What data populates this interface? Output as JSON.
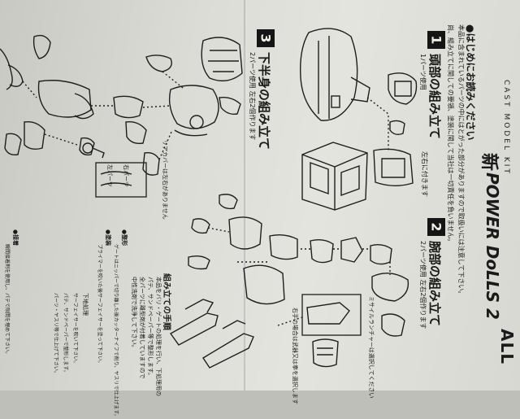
{
  "header": {
    "brand_partial": "ALL",
    "series": "CAST MODEL KIT",
    "logo_text": "POWER DoLLS 2",
    "logo_prefix": "新"
  },
  "intro": {
    "title": "●はじめにお読みください",
    "line1": "本品に含まれているパーツの中にはとがった部分がありますので取扱いには注意して下さい。",
    "line2": "尚、組み立てに関しての要領、塗装に関して当社は一切責任を負いません。"
  },
  "steps": [
    {
      "number": "1",
      "title": "頭部の組み立て",
      "parts": "1パーツ使用"
    },
    {
      "number": "2",
      "title": "腕部の組み立て",
      "parts": "2パーツ使用 左右2個作ります"
    },
    {
      "number": "3",
      "title": "下半身の組み立て",
      "parts": "2パーツ使用 左右2個作ります"
    }
  ],
  "labels": {
    "left_right": "左右に付きます",
    "rear_note": "リアカバーは左右がありません",
    "part_a": "右パーツ",
    "part_b": "左パーツ",
    "missile_note": "ミサイルランチャーは選択してください",
    "right_hand_note": "右手の場合は武器又は拳を選択します"
  },
  "procedure": {
    "title": "組み立ての手順",
    "lines": [
      "本品をバリ・ゲートの処理を行い、下処理用の",
      "パテ、サンドペーパー等で整形します。",
      "全パーツに離型剤が付着していますので",
      "中性洗剤で洗浄して下さい。"
    ]
  },
  "bullets": [
    {
      "head": "●整形",
      "text": "ゲートはニッパーで切り離した後カッターナイフで削り、ヤスリで仕上げます。"
    },
    {
      "head": "●塗装",
      "text": "プライマーを吹いた後サーフェイサーを塗って下さい。"
    },
    {
      "head": "●接着",
      "text": "瞬間接着剤を使用し、パテで隙間を埋めて下さい。"
    }
  ],
  "side_lines": [
    "下地処理",
    "サーフェイサーを吹いて下さい。",
    "パテ、サンドペーパーで整形します。",
    "パーツ・ヤスリ等で仕上げて下さい。"
  ],
  "colors": {
    "ink": "#151515",
    "paper": "#dcdcd7"
  }
}
